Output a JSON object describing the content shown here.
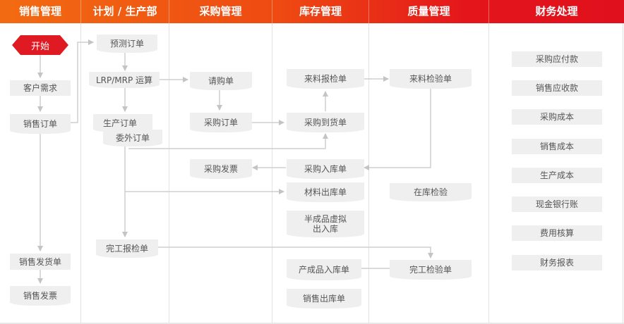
{
  "header": {
    "lanes": [
      {
        "label": "销售管理"
      },
      {
        "label": "计划 / 生产部"
      },
      {
        "label": "采购管理"
      },
      {
        "label": "库存管理"
      },
      {
        "label": "质量管理"
      },
      {
        "label": "财务处理"
      }
    ]
  },
  "colors": {
    "header_start": "#f26b12",
    "header_end": "#e0101d",
    "start_node": "#e01a22",
    "node_bg": "#efefef",
    "connector": "#c8c8c8"
  },
  "sales": {
    "start": "开始",
    "customer_demand": "客户需求",
    "sales_order": "销售订单",
    "sales_delivery": "销售发货单",
    "sales_invoice": "销售发票"
  },
  "planning": {
    "forecast_order": "预测订单",
    "mrp": "LRP/MRP 运算",
    "production_order": "生产订单",
    "outsource_order": "委外订单",
    "completion_report": "完工报检单"
  },
  "purchase": {
    "requisition": "请购单",
    "purchase_order": "采购订单",
    "purchase_invoice": "采购发票"
  },
  "inventory": {
    "incoming_inspection_report": "来料报检单",
    "purchase_arrival": "采购到货单",
    "purchase_inbound": "采购入库单",
    "material_outbound": "材料出库单",
    "semi_virtual": "半成品虚拟出入库",
    "semi_virtual_line1": "半成品虚拟",
    "semi_virtual_line2": "出入库",
    "finished_inbound": "产成品入库单",
    "sales_outbound": "销售出库单"
  },
  "quality": {
    "incoming_inspection": "来料检验单",
    "stock_inspection": "在库检验",
    "completion_inspection": "完工检验单"
  },
  "finance": {
    "items": [
      {
        "label": "采购应付款"
      },
      {
        "label": "销售应收款"
      },
      {
        "label": "采购成本"
      },
      {
        "label": "销售成本"
      },
      {
        "label": "生产成本"
      },
      {
        "label": "现金银行账"
      },
      {
        "label": "费用核算"
      },
      {
        "label": "财务报表"
      }
    ]
  }
}
